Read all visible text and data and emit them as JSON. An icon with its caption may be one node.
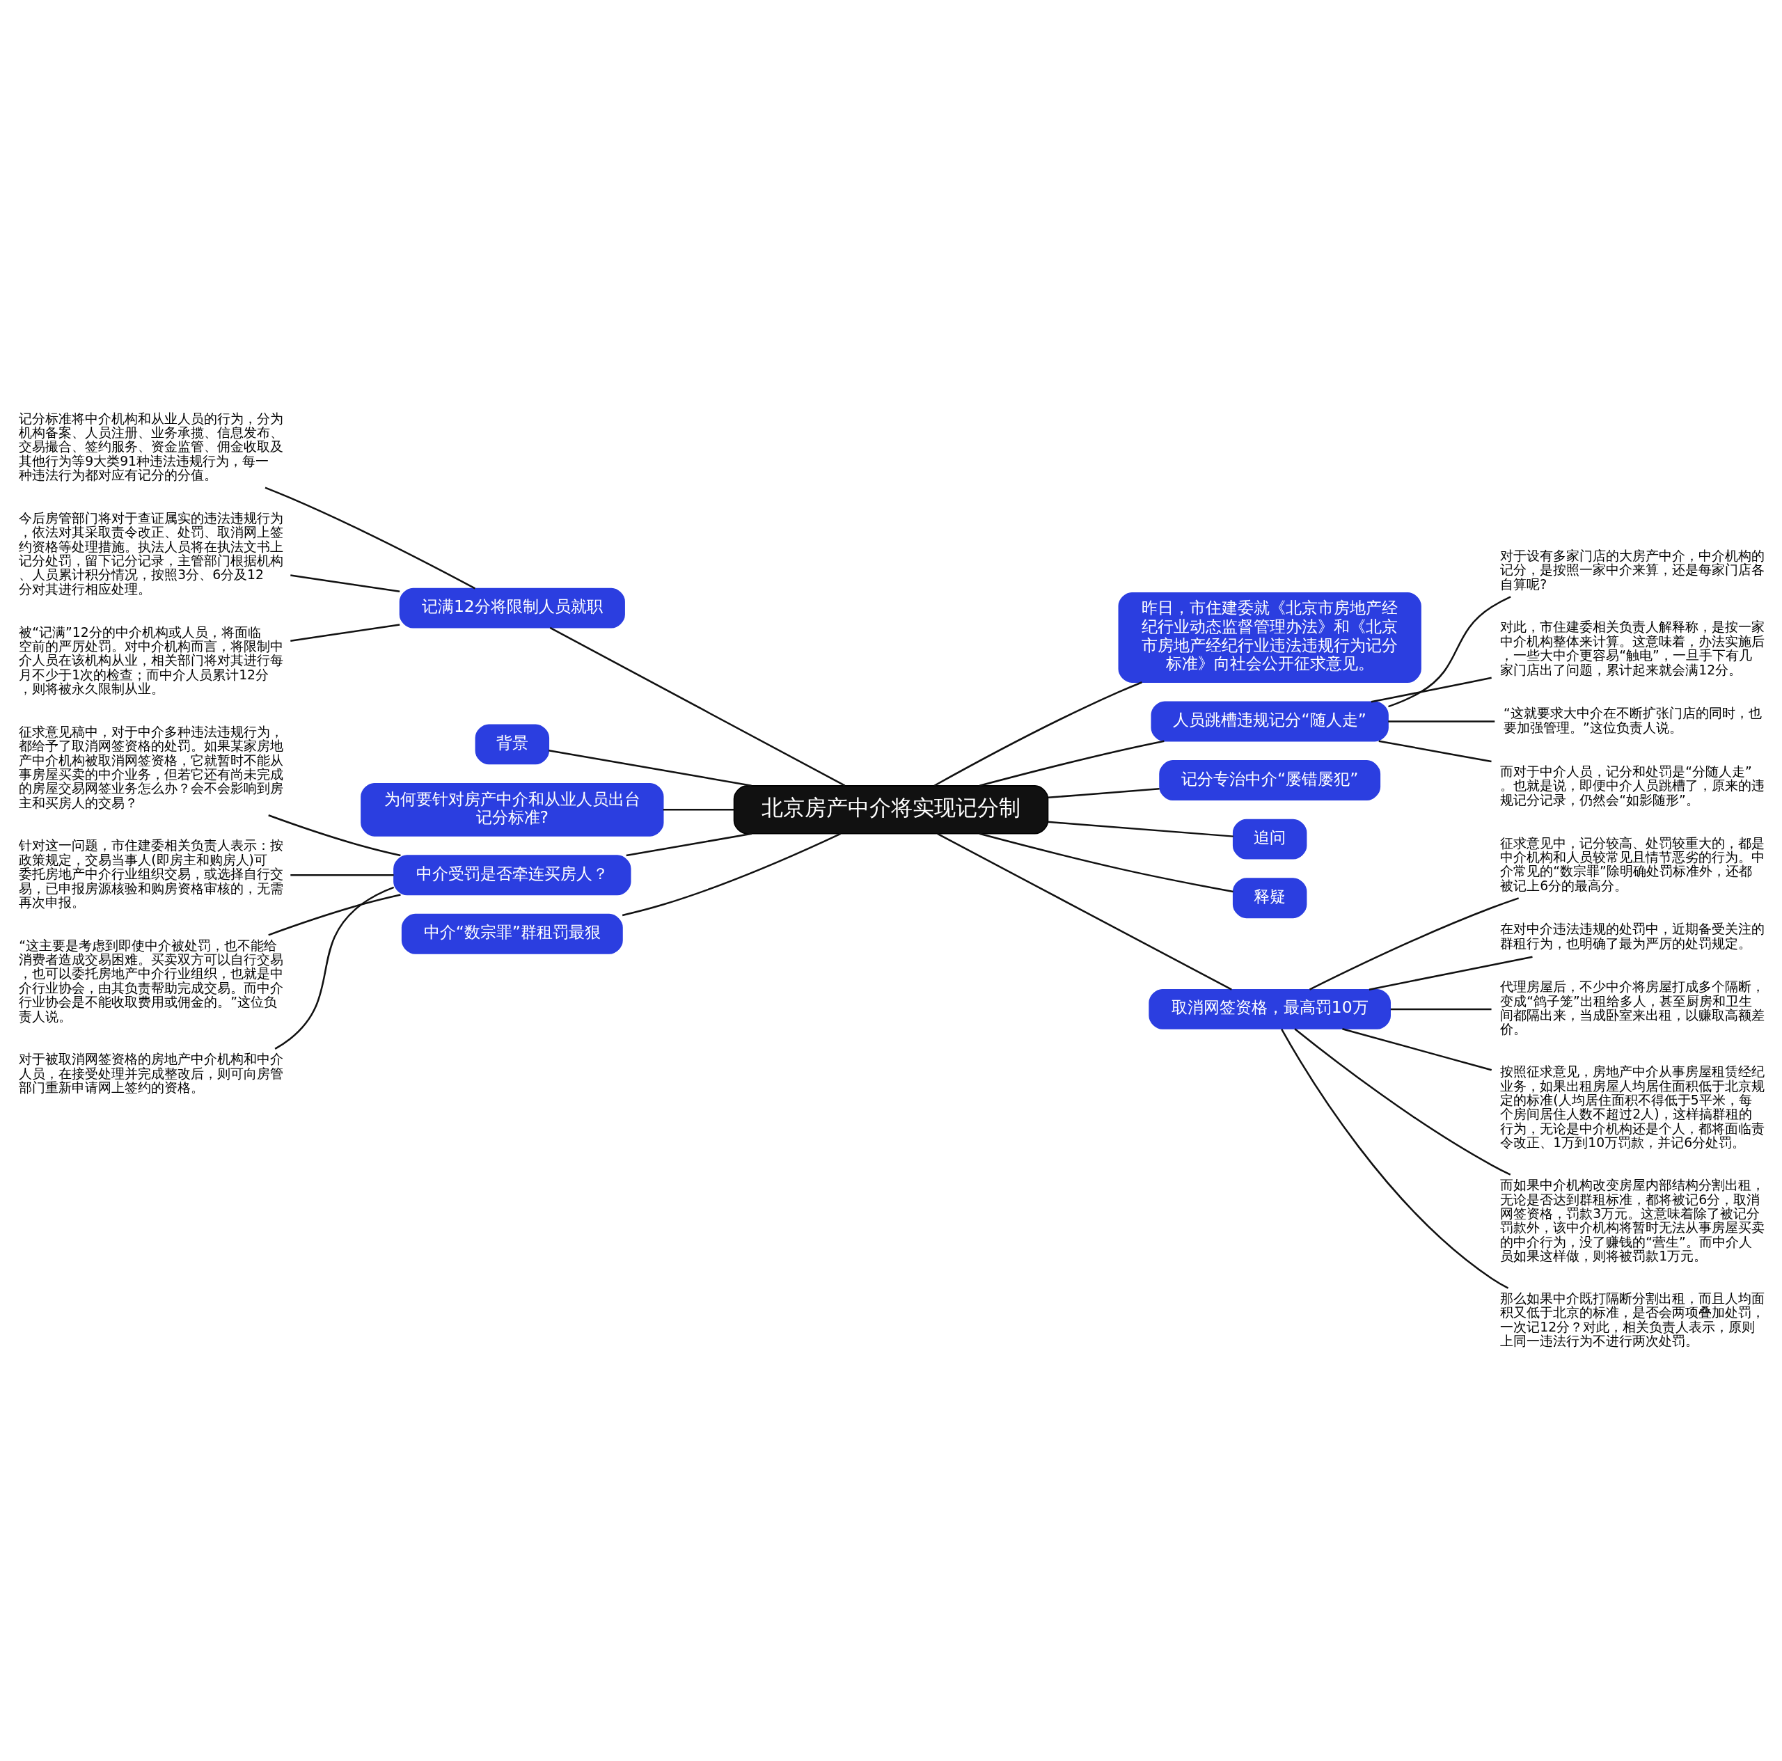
{
  "diagram": {
    "nodes": [
      {
        "text": [
          "北京房产中介将实现记分制"
        ]
      },
      {
        "text": [
          "记满12分将限制人员就职"
        ]
      },
      {
        "text": [
          "记分标准将中介机构和从业人员的行为，分为机构备案、人员注册、业务承揽、信息发布、交易撮合、签约服务、资金监管、佣金收取及其他行为等9大类91种违法违规行为，每一种违法行为都对应有记分的分值。"
        ]
      },
      {
        "text": [
          "今后房管部门将对于查证属实的违法违规行为，依法对其采取责令改正、处罚、取消网上签约资格等处理措施。执法人员将在执法文书上记分处罚，留下记分记录，主管部门根据机构、人员累计积分情况，按照3分、6分及12分对其进行相应处理。"
        ]
      },
      {
        "text": [
          "被“记满”12分的中介机构或人员，将面临空前的严厉处罚。对中介机构而言，将限制中介人员在该机构从业，相关部门将对其进行每月不少于1次的检查；而中介人员累计12分，则将被永久限制从业。"
        ]
      },
      {
        "text": [
          "背景"
        ]
      },
      {
        "text": [
          "为何要针对房产中介和从业人员出台记分标准?"
        ]
      },
      {
        "text": [
          "中介受罚是否牵连买房人？"
        ]
      },
      {
        "text": [
          "征求意见稿中，对于中介多种违法违规行为，都给予了取消网签资格的处罚。如果某家房地产中介机构被取消网签资格，它就暂时不能从事房屋买卖的中介业务，但若它还有尚未完成的房屋交易网签业务怎么办？会不会影响到房主和买房人的交易？"
        ]
      },
      {
        "text": [
          "针对这一问题，市住建委相关负责人表示：按政策规定，交易当事人(即房主和购房人)可委托房地产中介行业组织交易，或选择自行交易，已申报房源核验和购房资格审核的，无需再次申报。"
        ]
      },
      {
        "text": [
          "“这主要是考虑到即使中介被处罚，也不能给消费者造成交易困难。买卖双方可以自行交易，也可以委托房地产中介行业组织，也就是中介行业协会，由其负责帮助完成交易。而中介行业协会是不能收取费用或佣金的。”这位负责人说。"
        ]
      },
      {
        "text": [
          "对于被取消网签资格的房地产中介机构和中介人员，在接受处理并完成整改后，则可向房管部门重新申请网上签约的资格。"
        ]
      },
      {
        "text": [
          "中介“数宗罪”群租罚最狠"
        ]
      },
      {
        "text": [
          "昨日，市住建委就《北京市房地产经纪行业动态监督管理办法》和《北京市房地产经纪行业违法违规行为记分标准》向社会公开征求意见。"
        ]
      },
      {
        "text": [
          "人员跳槽违规记分“随人走”"
        ]
      },
      {
        "text": [
          "对于设有多家门店的大房产中介，中介机构的记分，是按照一家中介来算，还是每家门店各自算呢?"
        ]
      },
      {
        "text": [
          "对此，市住建委相关负责人解释称，是按一家中介机构整体来计算。这意味着，办法实施后，一些大中介更容易“触电”，一旦手下有几家门店出了问题，累计起来就会满12分。"
        ]
      },
      {
        "text": [
          "“这就要求大中介在不断扩张门店的同时，也要加强管理。”这位负责人说。"
        ]
      },
      {
        "text": [
          "而对于中介人员，记分和处罚是“分随人走”。也就是说，即便中介人员跳槽了，原来的违规记分记录，仍然会“如影随形”。"
        ]
      },
      {
        "text": [
          "记分专治中介“屡错屡犯”"
        ]
      },
      {
        "text": [
          "追问"
        ]
      },
      {
        "text": [
          "释疑"
        ]
      },
      {
        "text": [
          "取消网签资格，最高罚10万"
        ]
      },
      {
        "text": [
          "征求意见中，记分较高、处罚较重大的，都是中介机构和人员较常见且情节恶劣的行为。中介常见的“数宗罪”除明确处罚标准外，还都被记上6分的最高分。"
        ]
      },
      {
        "text": [
          "在对中介违法违规的处罚中，近期备受关注的群租行为，也明确了最为严厉的处罚规定。"
        ]
      },
      {
        "text": [
          "代理房屋后，不少中介将房屋打成多个隔断，变成“鸽子笼”出租给多人，甚至厨房和卫生间都隔出来，当成卧室来出租，以赚取高额差价。"
        ]
      },
      {
        "text": [
          "按照征求意见，房地产中介从事房屋租赁经纪业务，如果出租房屋人均居住面积低于北京规定的标准(人均居住面积不得低于5平米，每个房间居住人数不超过2人)，这样搞群租的行为，无论是中介机构还是个人，都将面临责令改正、1万到10万罚款，并记6分处罚。"
        ]
      },
      {
        "text": [
          "而如果中介机构改变房屋内部结构分割出租，无论是否达到群租标准，都将被记6分，取消网签资格，罚款3万元。这意味着除了被记分罚款外，该中介机构将暂时无法从事房屋买卖的中介行为，没了赚钱的“营生”。而中介人员如果这样做，则将被罚款1万元。"
        ]
      },
      {
        "text": [
          "那么如果中介既打隔断分割出租，而且人均面积又低于北京的标准，是否会两项叠加处罚，一次记12分？对此，相关负责人表示，原则上同一违法行为不进行两次处罚。"
        ]
      }
    ],
    "edges": [
      {
        "from": 0,
        "to": 1,
        "arrow": "none"
      },
      {
        "from": 1,
        "to": 2,
        "arrow": "none"
      },
      {
        "from": 1,
        "to": 3,
        "arrow": "none"
      },
      {
        "from": 1,
        "to": 4,
        "arrow": "none"
      },
      {
        "from": 0,
        "to": 5,
        "arrow": "none"
      },
      {
        "from": 0,
        "to": 6,
        "arrow": "none"
      },
      {
        "from": 0,
        "to": 7,
        "arrow": "none"
      },
      {
        "from": 7,
        "to": 8,
        "arrow": "none"
      },
      {
        "from": 7,
        "to": 9,
        "arrow": "none"
      },
      {
        "from": 7,
        "to": 10,
        "arrow": "none"
      },
      {
        "from": 7,
        "to": 11,
        "arrow": "none"
      },
      {
        "from": 0,
        "to": 12,
        "arrow": "none"
      },
      {
        "from": 0,
        "to": 13,
        "arrow": "none"
      },
      {
        "from": 0,
        "to": 14,
        "arrow": "none"
      },
      {
        "from": 14,
        "to": 15,
        "arrow": "none"
      },
      {
        "from": 14,
        "to": 16,
        "arrow": "none"
      },
      {
        "from": 14,
        "to": 17,
        "arrow": "none"
      },
      {
        "from": 14,
        "to": 18,
        "arrow": "none"
      },
      {
        "from": 0,
        "to": 19,
        "arrow": "none"
      },
      {
        "from": 0,
        "to": 20,
        "arrow": "none"
      },
      {
        "from": 0,
        "to": 21,
        "arrow": "none"
      },
      {
        "from": 0,
        "to": 22,
        "arrow": "none"
      },
      {
        "from": 22,
        "to": 23,
        "arrow": "none"
      },
      {
        "from": 22,
        "to": 24,
        "arrow": "none"
      },
      {
        "from": 22,
        "to": 25,
        "arrow": "none"
      },
      {
        "from": 22,
        "to": 26,
        "arrow": "none"
      },
      {
        "from": 22,
        "to": 27,
        "arrow": "none"
      },
      {
        "from": 22,
        "to": 28,
        "arrow": "none"
      }
    ]
  }
}
